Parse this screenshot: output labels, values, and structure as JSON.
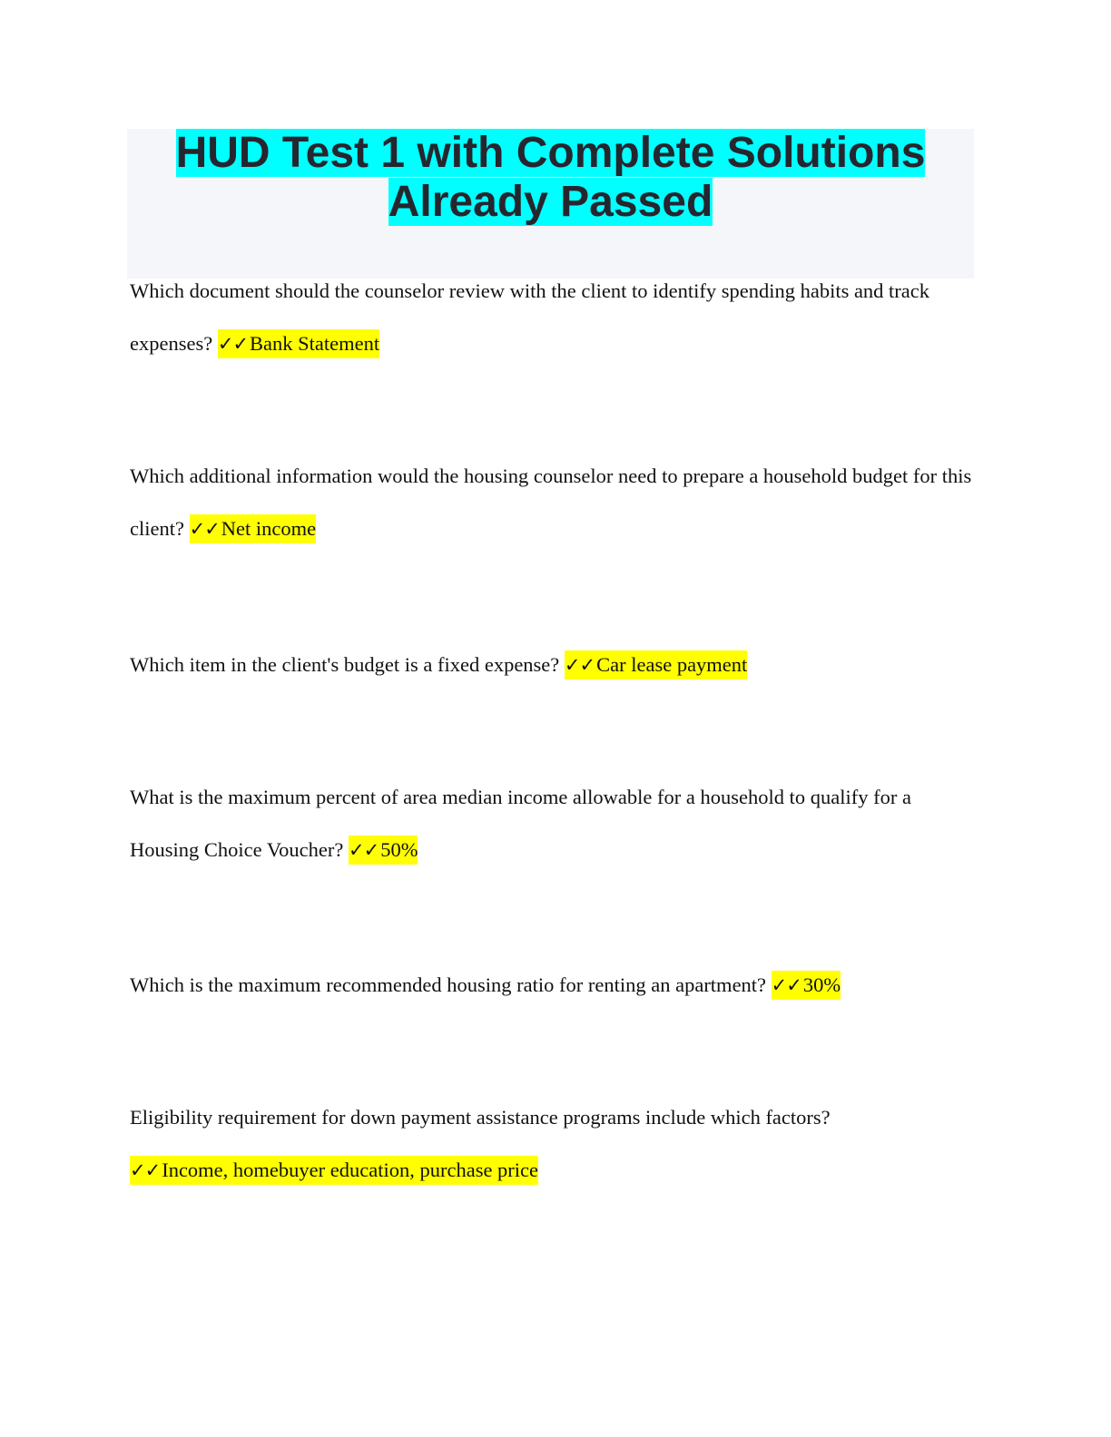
{
  "document": {
    "title_line1": "HUD Test 1 with Complete Solutions",
    "title_line2": "Already Passed",
    "check_mark": "✓✓",
    "questions": [
      {
        "question": "Which document should the counselor review with the client to identify spending habits and track expenses?",
        "answer": "Bank Statement"
      },
      {
        "question": "Which additional information would the housing counselor need to prepare a household budget for this client?",
        "answer": "Net income"
      },
      {
        "question": "Which item in the client's budget is a fixed expense?",
        "answer": "Car lease payment"
      },
      {
        "question": "What is the maximum percent of area median income allowable for a household to qualify for a Housing Choice Voucher?",
        "answer": "50%"
      },
      {
        "question": "Which is the maximum recommended housing ratio for renting an apartment?",
        "answer": "30%"
      },
      {
        "question": "Eligibility requirement for down payment assistance programs include which factors?",
        "answer": "Income, homebuyer education, purchase price"
      }
    ]
  },
  "colors": {
    "title_highlight": "#00ffff",
    "title_background": "#f5f6fa",
    "title_text": "#26262e",
    "answer_highlight": "#ffff00"
  }
}
